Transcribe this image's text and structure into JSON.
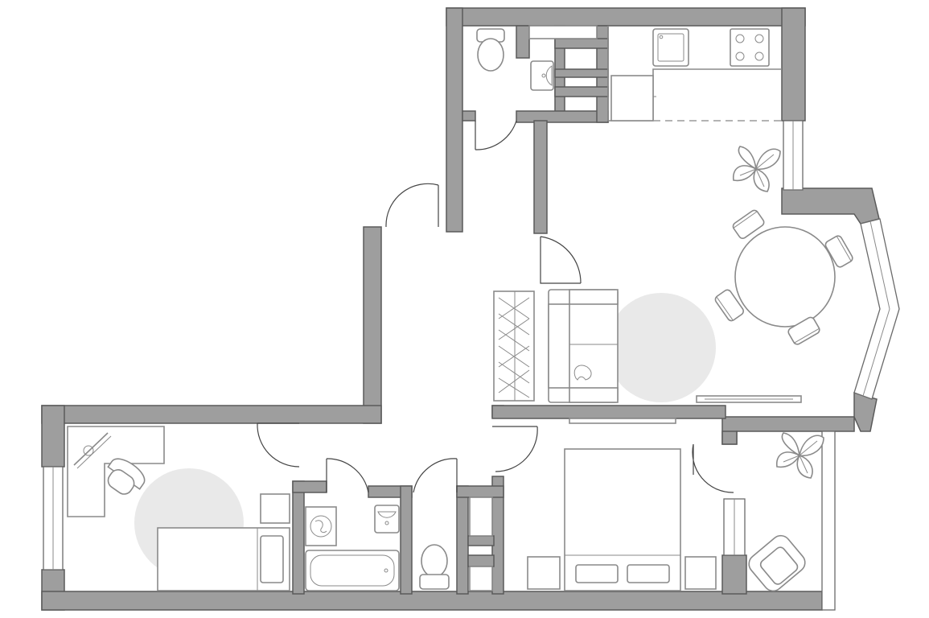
{
  "plan": {
    "type": "apartment-floor-plan",
    "rooms": [
      "bedroom-left",
      "bathroom",
      "wc-small",
      "hall",
      "wardrobe",
      "bedroom-right",
      "loggia",
      "kitchen-living",
      "wc-top",
      "storage-top"
    ],
    "colors": {
      "wall": "#9e9e9e",
      "wall_outline": "#5a5a5a",
      "furniture": "#8a8a8a",
      "rug": "#e9e9e9",
      "background": "#ffffff"
    }
  }
}
